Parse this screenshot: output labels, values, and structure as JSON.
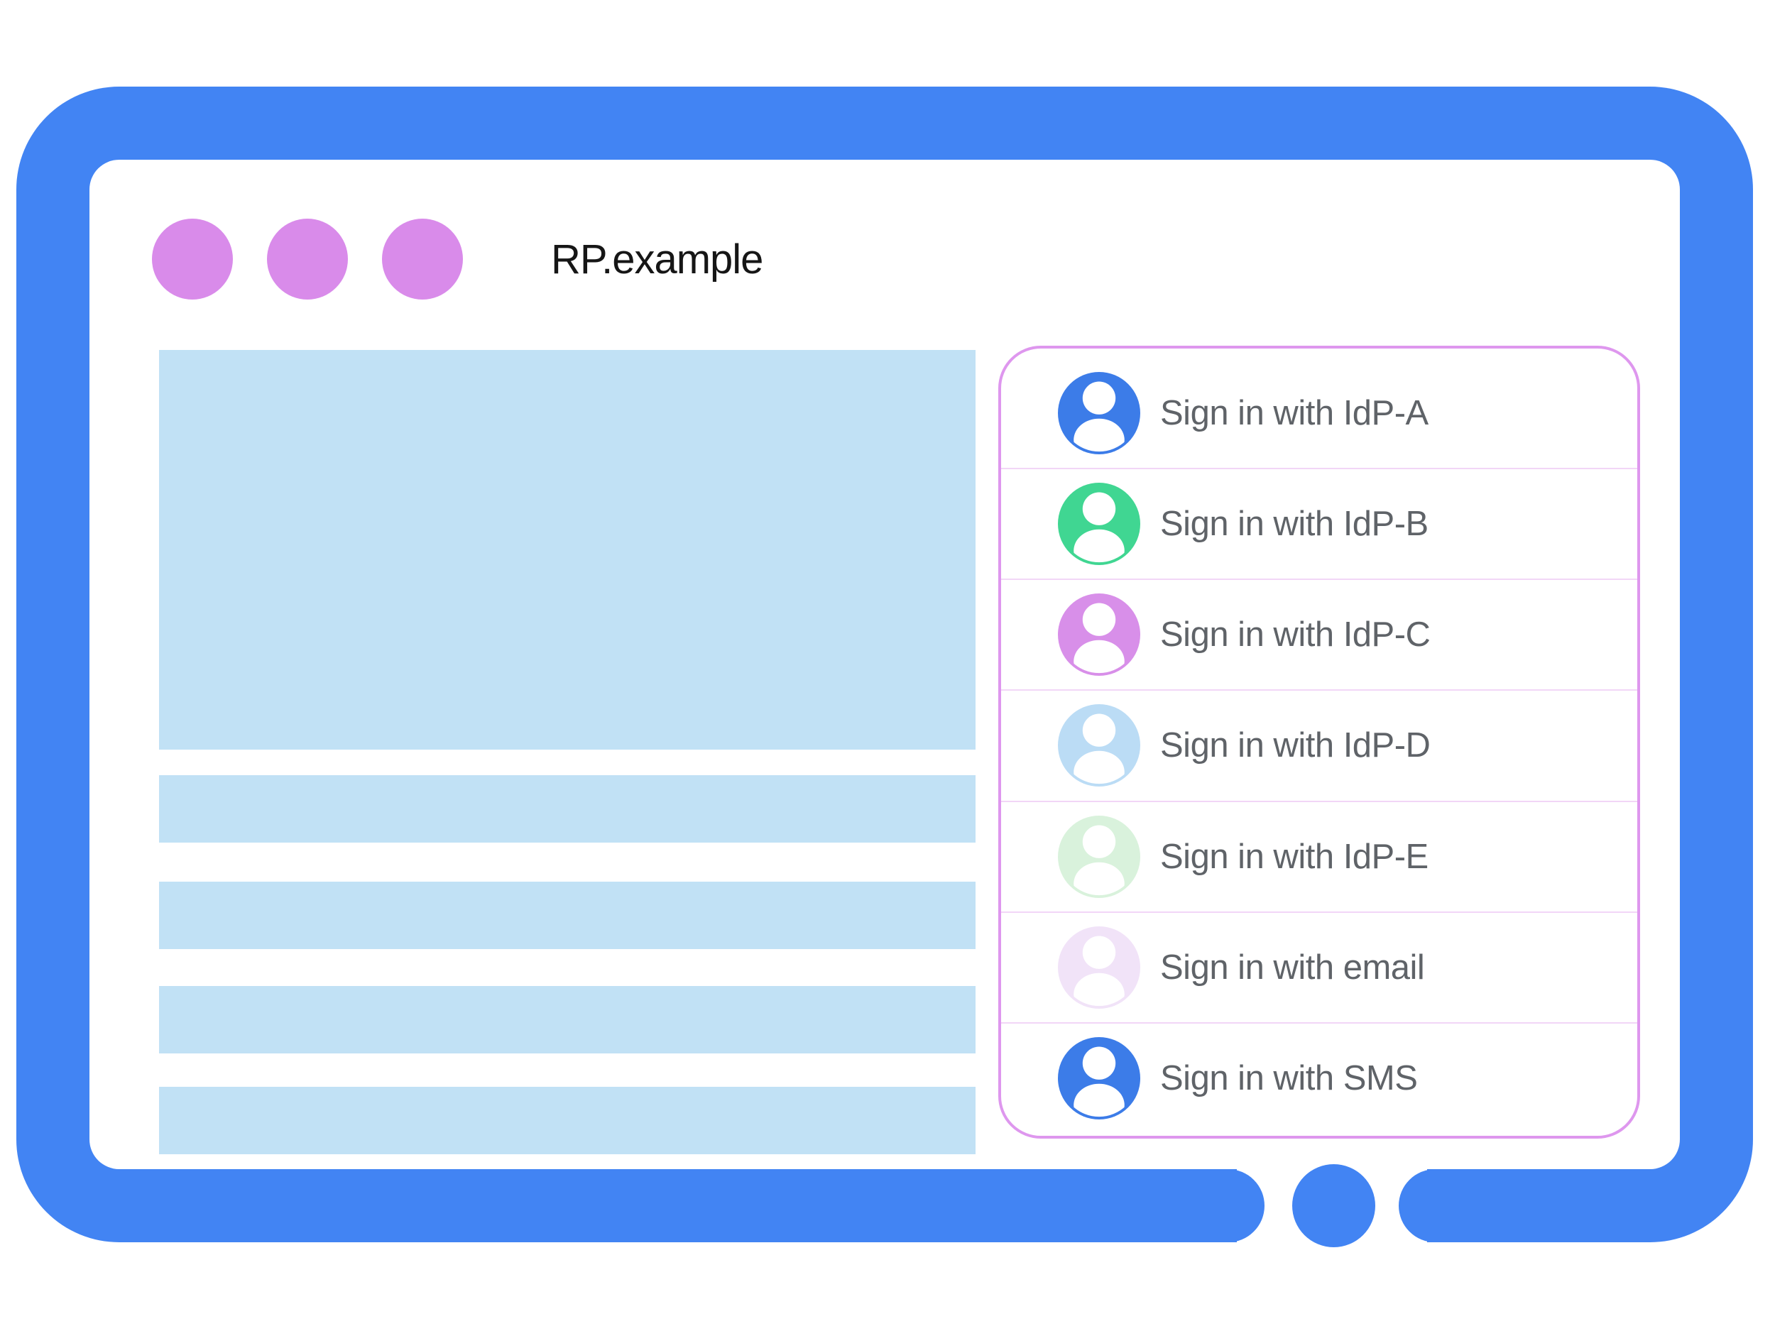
{
  "illustration": {
    "background_color": "#ffffff",
    "frame_color": "#4284F3",
    "window": {
      "title": "RP.example",
      "title_color": "#161616",
      "dot_color": "#D98BEA",
      "dot_count": 3
    },
    "content_placeholder": {
      "block_color": "#C1E1F5",
      "hero_blocks": 1,
      "line_blocks": 4
    },
    "signin_panel": {
      "border_color": "#DE97EE",
      "divider_color": "#F2D6F7",
      "label_color": "#5F6368",
      "options": [
        {
          "label": "Sign in with IdP-A",
          "avatar_color": "#3C7CE8",
          "icon": "person"
        },
        {
          "label": "Sign in with IdP-B",
          "avatar_color": "#40D692",
          "icon": "person"
        },
        {
          "label": "Sign in with IdP-C",
          "avatar_color": "#D88FE9",
          "icon": "person"
        },
        {
          "label": "Sign in with IdP-D",
          "avatar_color": "#BBDCF5",
          "icon": "person"
        },
        {
          "label": "Sign in with IdP-E",
          "avatar_color": "#D9F2DC",
          "icon": "person"
        },
        {
          "label": "Sign in with email",
          "avatar_color": "#F1E3F8",
          "icon": "person"
        },
        {
          "label": "Sign in with SMS",
          "avatar_color": "#3C7CE8",
          "icon": "person"
        }
      ]
    }
  }
}
